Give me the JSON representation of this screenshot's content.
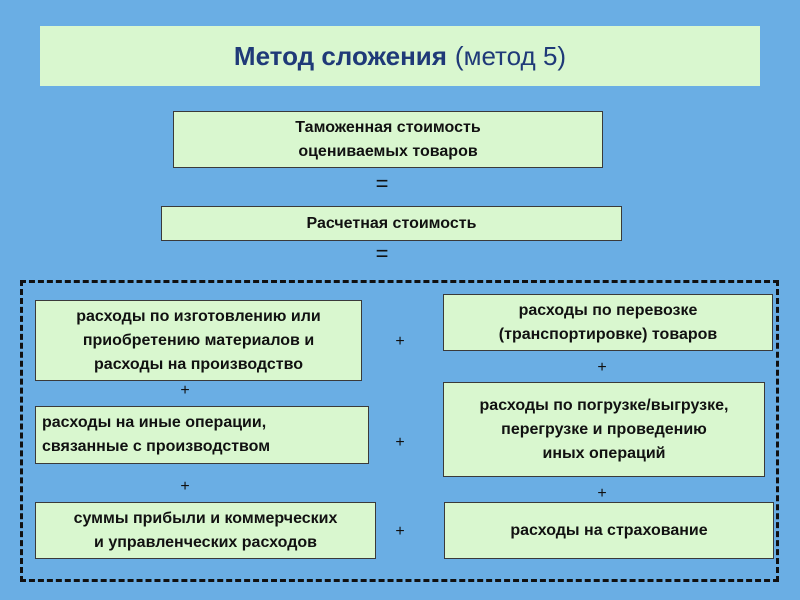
{
  "title": {
    "main": "Метод сложения",
    "sub": "(метод 5)"
  },
  "customs_value": [
    "Таможенная стоимость",
    "оцениваемых товаров"
  ],
  "equals": "=",
  "computed_value": "Расчетная стоимость",
  "plus": "+",
  "left_column": [
    [
      "расходы по изготовлению или",
      "приобретению материалов и",
      "расходы на производство"
    ],
    [
      "расходы на иные операции,",
      "связанные с производством"
    ],
    [
      "суммы прибыли и коммерческих",
      "и управленческих расходов"
    ]
  ],
  "right_column": [
    [
      "расходы по перевозке",
      "(транспортировке) товаров"
    ],
    [
      "расходы по погрузке/выгрузке,",
      "перегрузке и проведению",
      "иных операций"
    ],
    [
      "расходы на страхование"
    ]
  ]
}
